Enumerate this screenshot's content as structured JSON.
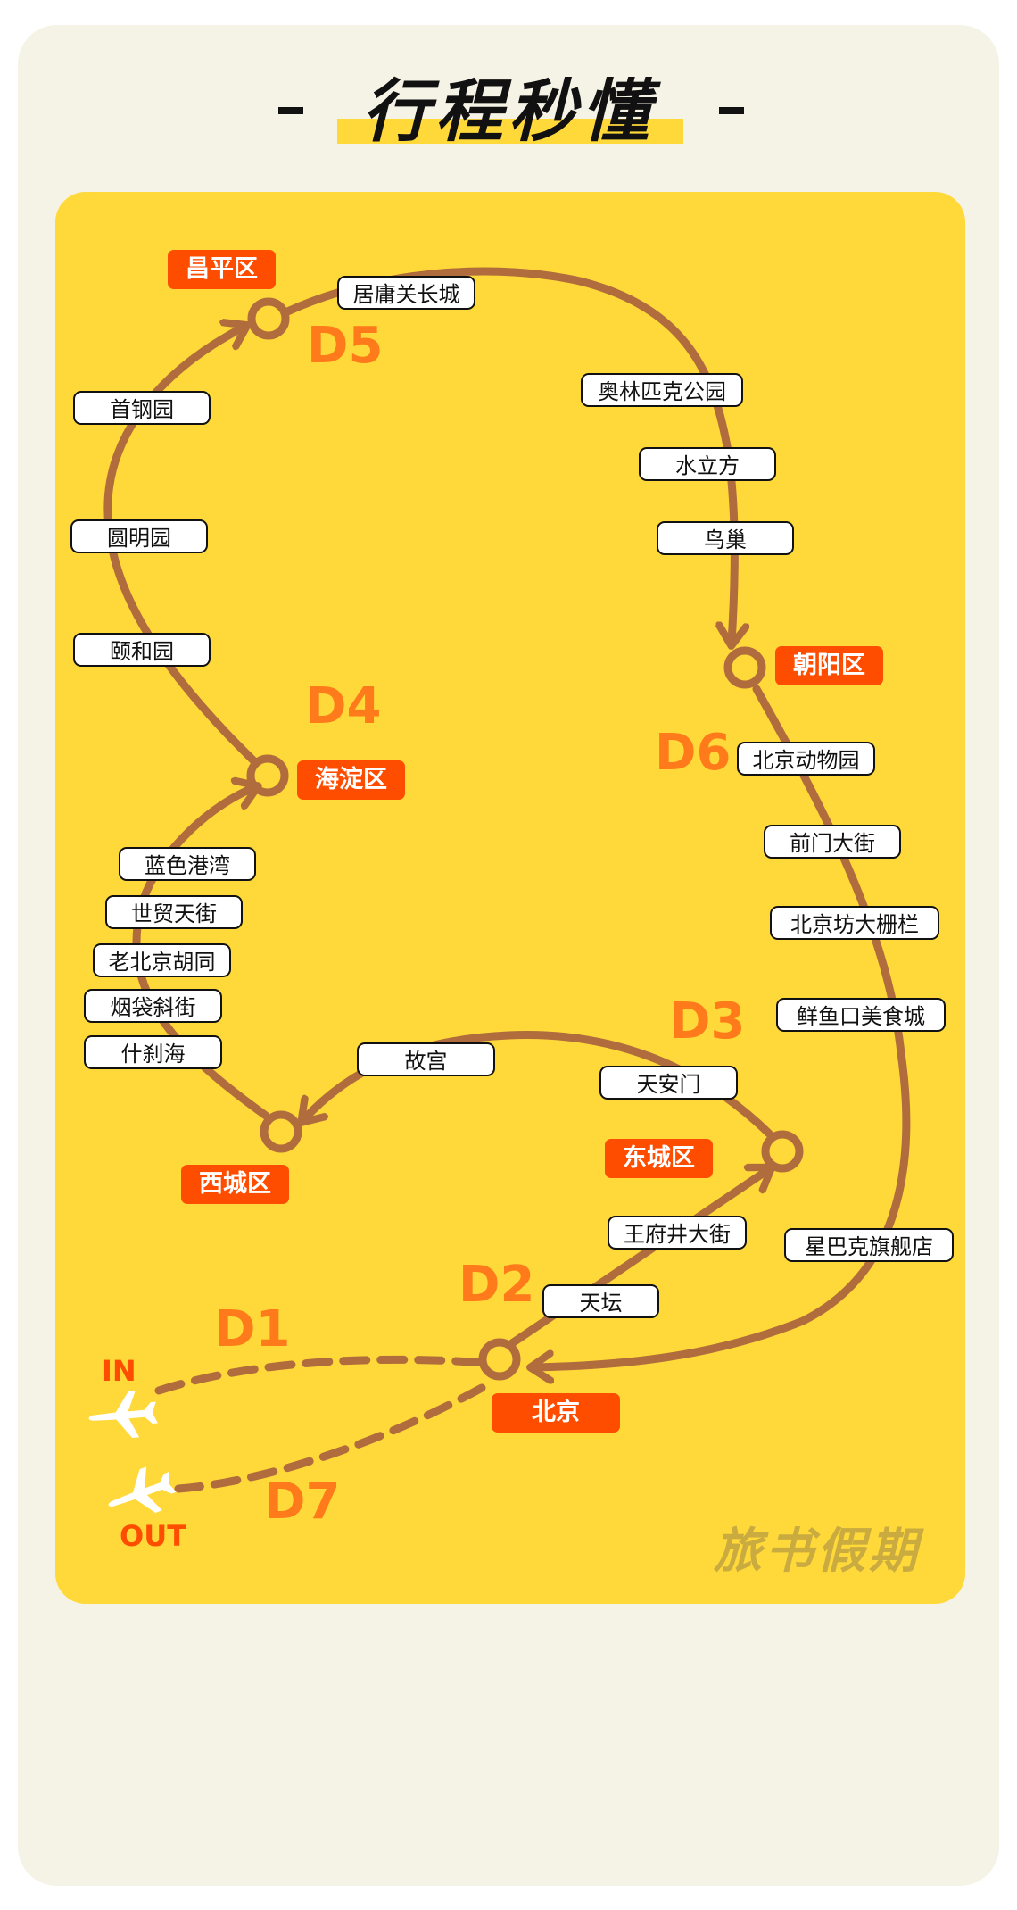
{
  "title": "行程秒懂",
  "title_dash_left": "-",
  "title_dash_right": "-",
  "watermark": "旅书假期",
  "days": {
    "d1": "D1",
    "d2": "D2",
    "d3": "D3",
    "d4": "D4",
    "d5": "D5",
    "d6": "D6",
    "d7": "D7"
  },
  "flight": {
    "in": "IN",
    "out": "OUT"
  },
  "districts": {
    "changping": "昌平区",
    "chaoyang": "朝阳区",
    "haidian": "海淀区",
    "dongcheng": "东城区",
    "xicheng": "西城区",
    "beijing": "北京"
  },
  "spots": {
    "juyongguan": "居庸关长城",
    "shougangyuan": "首钢园",
    "aolinpike": "奥林匹克公园",
    "shuilifang": "水立方",
    "yuanmingyuan": "圆明园",
    "niaochao": "鸟巢",
    "yiheyuan": "颐和园",
    "dongwuyuan": "北京动物园",
    "qianmen": "前门大街",
    "lanse": "蓝色港湾",
    "shimao": "世贸天街",
    "beijingfang": "北京坊大栅栏",
    "laobeijing": "老北京胡同",
    "yandai": "烟袋斜街",
    "xianyukou": "鲜鱼口美食城",
    "shichahai": "什刹海",
    "gugong": "故宫",
    "tiananmen": "天安门",
    "wangfujing": "王府井大街",
    "xingbake": "星巴克旗舰店",
    "tiantan": "天坛"
  },
  "colors": {
    "route": "#b06c3c",
    "district_bg": "#ff4d00",
    "day_text": "#ff7a1a",
    "panel": "#ffd83a",
    "card": "#f5f2e6"
  },
  "icons": {
    "plane": "airplane-icon",
    "stop": "circle-marker-icon",
    "arrow": "arrowhead-icon"
  }
}
